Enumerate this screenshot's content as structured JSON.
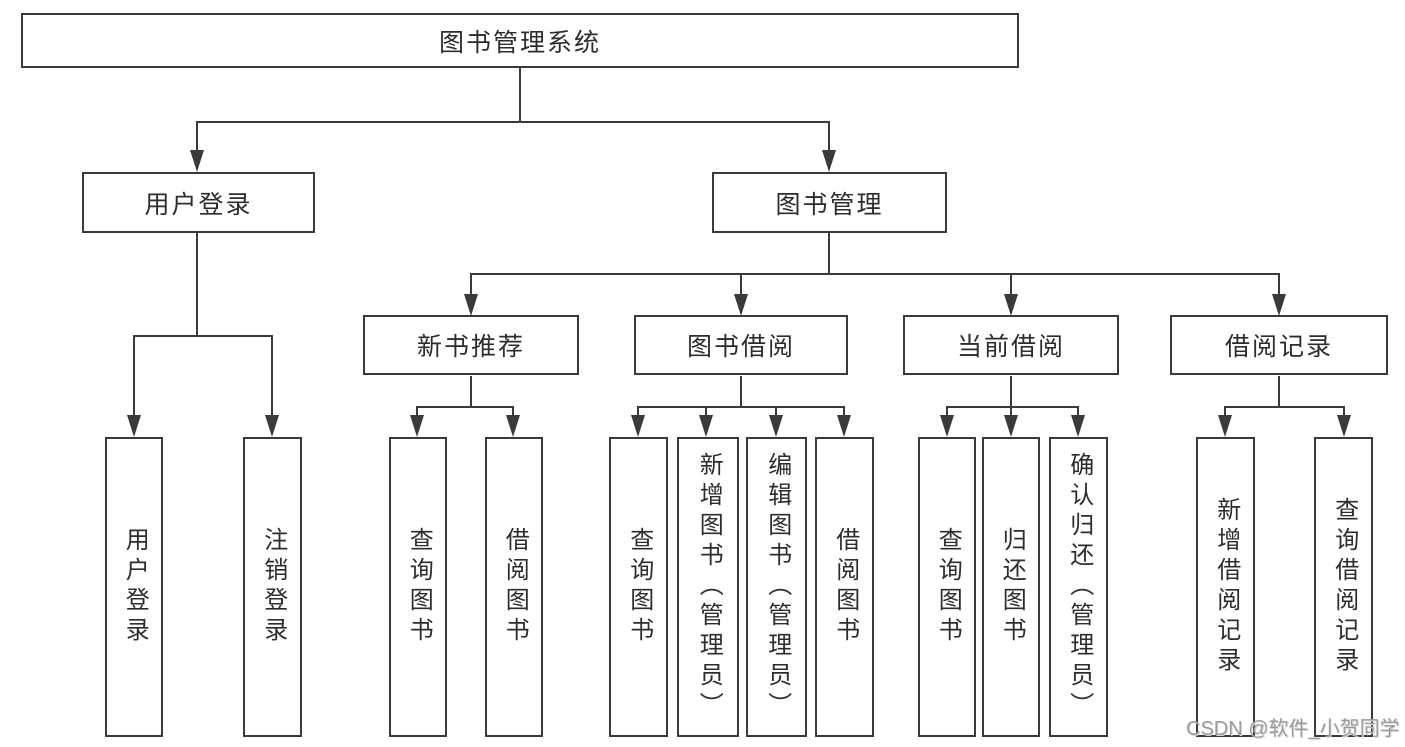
{
  "nodes": {
    "root": "图书管理系统",
    "user_login": "用户登录",
    "book_mgmt": "图书管理",
    "new_book_rec": "新书推荐",
    "book_borrow": "图书借阅",
    "current_borrow": "当前借阅",
    "borrow_record": "借阅记录",
    "login": "用户登录",
    "logout": "注销登录",
    "rec_query_book": "查询图书",
    "rec_borrow_book": "借阅图书",
    "bb_query_book": "查询图书",
    "bb_add_book": "新增图书（管理员）",
    "bb_edit_book": "编辑图书（管理员）",
    "bb_borrow_book": "借阅图书",
    "cb_query_book": "查询图书",
    "cb_return_book": "归还图书",
    "cb_confirm_return": "确认归还（管理员）",
    "br_add_record": "新增借阅记录",
    "br_query_record": "查询借阅记录"
  },
  "watermark": {
    "text": "CSDN @软件_小贺同学"
  },
  "colors": {
    "line": "#3a3a3a",
    "text": "#2d2d2d",
    "watermark": "#9c9c9c",
    "background": "#ffffff"
  }
}
